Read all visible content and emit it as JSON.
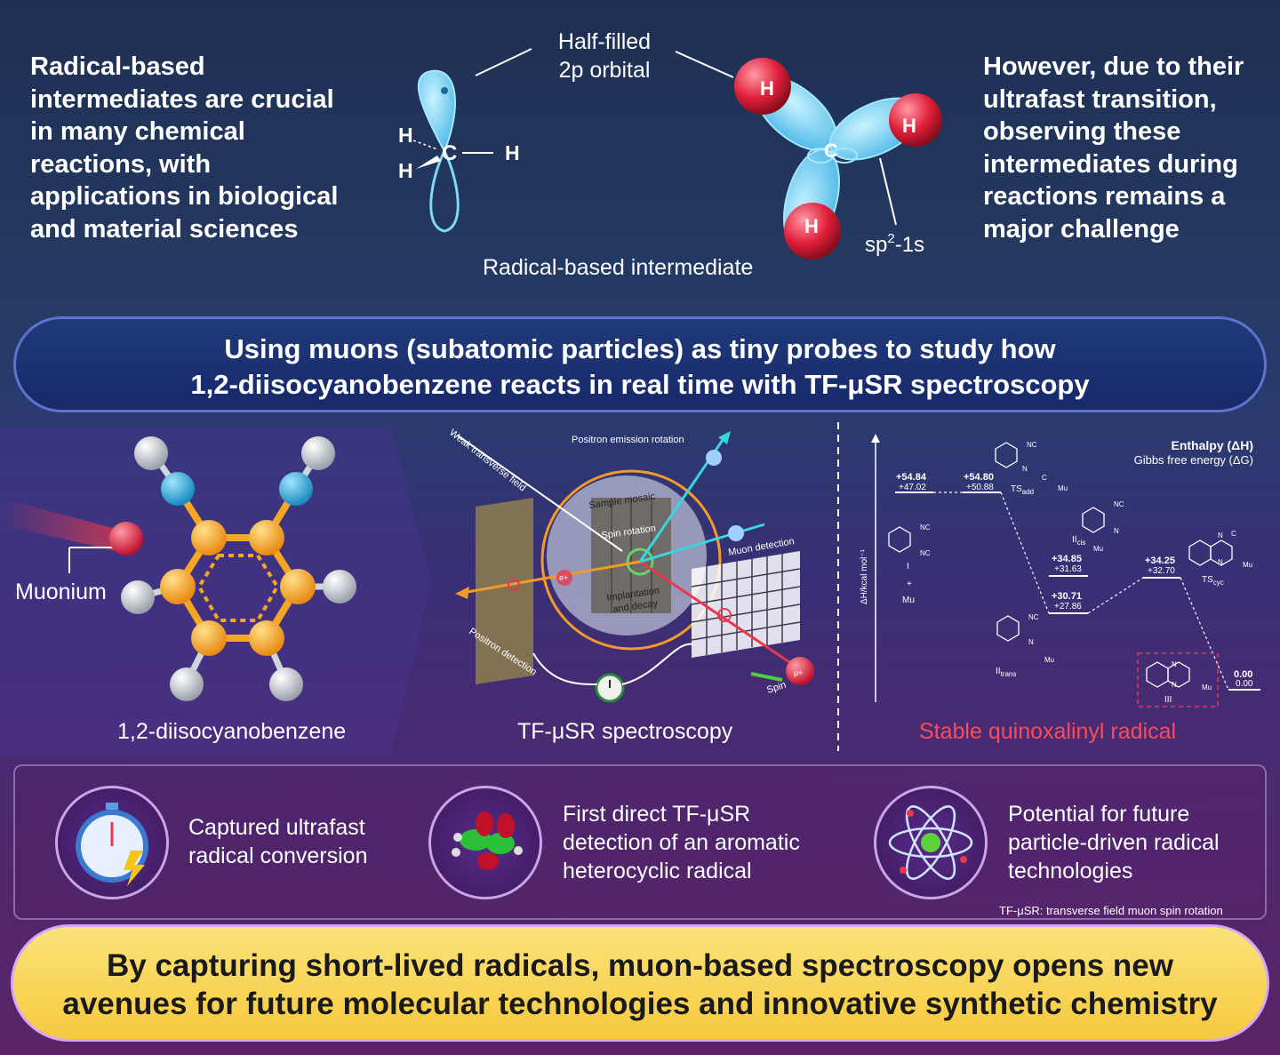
{
  "intro_left": [
    "Radical-based",
    "intermediates are crucial",
    "in many chemical",
    "reactions, with",
    "applications in biological",
    "and material sciences"
  ],
  "intro_right": [
    "However, due to their",
    "ultrafast transition,",
    "observing these",
    "intermediates during",
    "reactions remains a",
    "major challenge"
  ],
  "orbital": {
    "label_line1": "Half-filled",
    "label_line2": "2p orbital",
    "h": "H",
    "c": "C",
    "sp_label": "sp",
    "sp_sup": "2",
    "sp_suffix": "-1s",
    "caption": "Radical-based intermediate"
  },
  "banner": {
    "line1": "Using muons (subatomic particles) as tiny probes to study how",
    "line2": "1,2-diisocyanobenzene reacts in real time with TF-μSR spectroscopy"
  },
  "molecule": {
    "muonium_label": "Muonium",
    "caption": "1,2-diisocyanobenzene"
  },
  "spectroscopy": {
    "caption": "TF-μSR spectroscopy",
    "weak_field": "Weak transverse field",
    "positron_rotation": "Positron emission rotation",
    "sample_mosaic": "Sample mosaic",
    "spin_rotation": "Spin rotation",
    "implantation_1": "Implantation",
    "implantation_2": "and decay",
    "muon_detection": "Muon detection",
    "positron_detection": "Positron detection",
    "spin": "Spin",
    "e_plus": "e+",
    "mu_plus": "μ+"
  },
  "energy": {
    "title": "Enthalpy (ΔH)",
    "subtitle": "Gibbs free energy (ΔG)",
    "axis": "ΔH/kcal mol⁻¹",
    "caption": "Stable quinoxalinyl radical",
    "levels": [
      {
        "h": "+54.84",
        "g": "+47.02"
      },
      {
        "h": "+54.80",
        "g": "+50.88"
      },
      {
        "h": "+34.85",
        "g": "+31.63"
      },
      {
        "h": "+30.71",
        "g": "+27.86"
      },
      {
        "h": "+34.25",
        "g": "+32.70"
      },
      {
        "h": "0.00",
        "g": "0.00"
      }
    ],
    "labels": {
      "ts_add": "TS",
      "ts_add_sub": "add",
      "ts_cyc": "TS",
      "ts_cyc_sub": "cyc",
      "ii_cis": "II",
      "ii_cis_sub": "cis",
      "ii_trans": "II",
      "ii_trans_sub": "trans",
      "iii": "III",
      "i": "I",
      "plus": "+",
      "mu": "Mu",
      "nc": "NC",
      "n": "N",
      "c": "C"
    }
  },
  "benefits": [
    {
      "line1": "Captured ultrafast",
      "line2": "radical conversion",
      "line3": "",
      "icon": "stopwatch-icon"
    },
    {
      "line1": "First direct TF-μSR",
      "line2": "detection of an aromatic",
      "line3": "heterocyclic radical",
      "icon": "molecular-orbital-icon"
    },
    {
      "line1": "Potential for future",
      "line2": "particle-driven radical",
      "line3": "technologies",
      "icon": "atom-icon"
    }
  ],
  "footnote": "TF-μSR: transverse field muon spin rotation",
  "footer": {
    "line1": "By capturing short-lived radicals, muon-based spectroscopy opens new",
    "line2": "avenues for future molecular technologies and innovative synthetic chemistry"
  },
  "colors": {
    "banner_border": "#5b74d0",
    "footer_bg": "#f6c93e",
    "accent_red": "#e8384d",
    "orbital_blue": "#7fd8f5",
    "atom_orange": "#f5a623"
  }
}
